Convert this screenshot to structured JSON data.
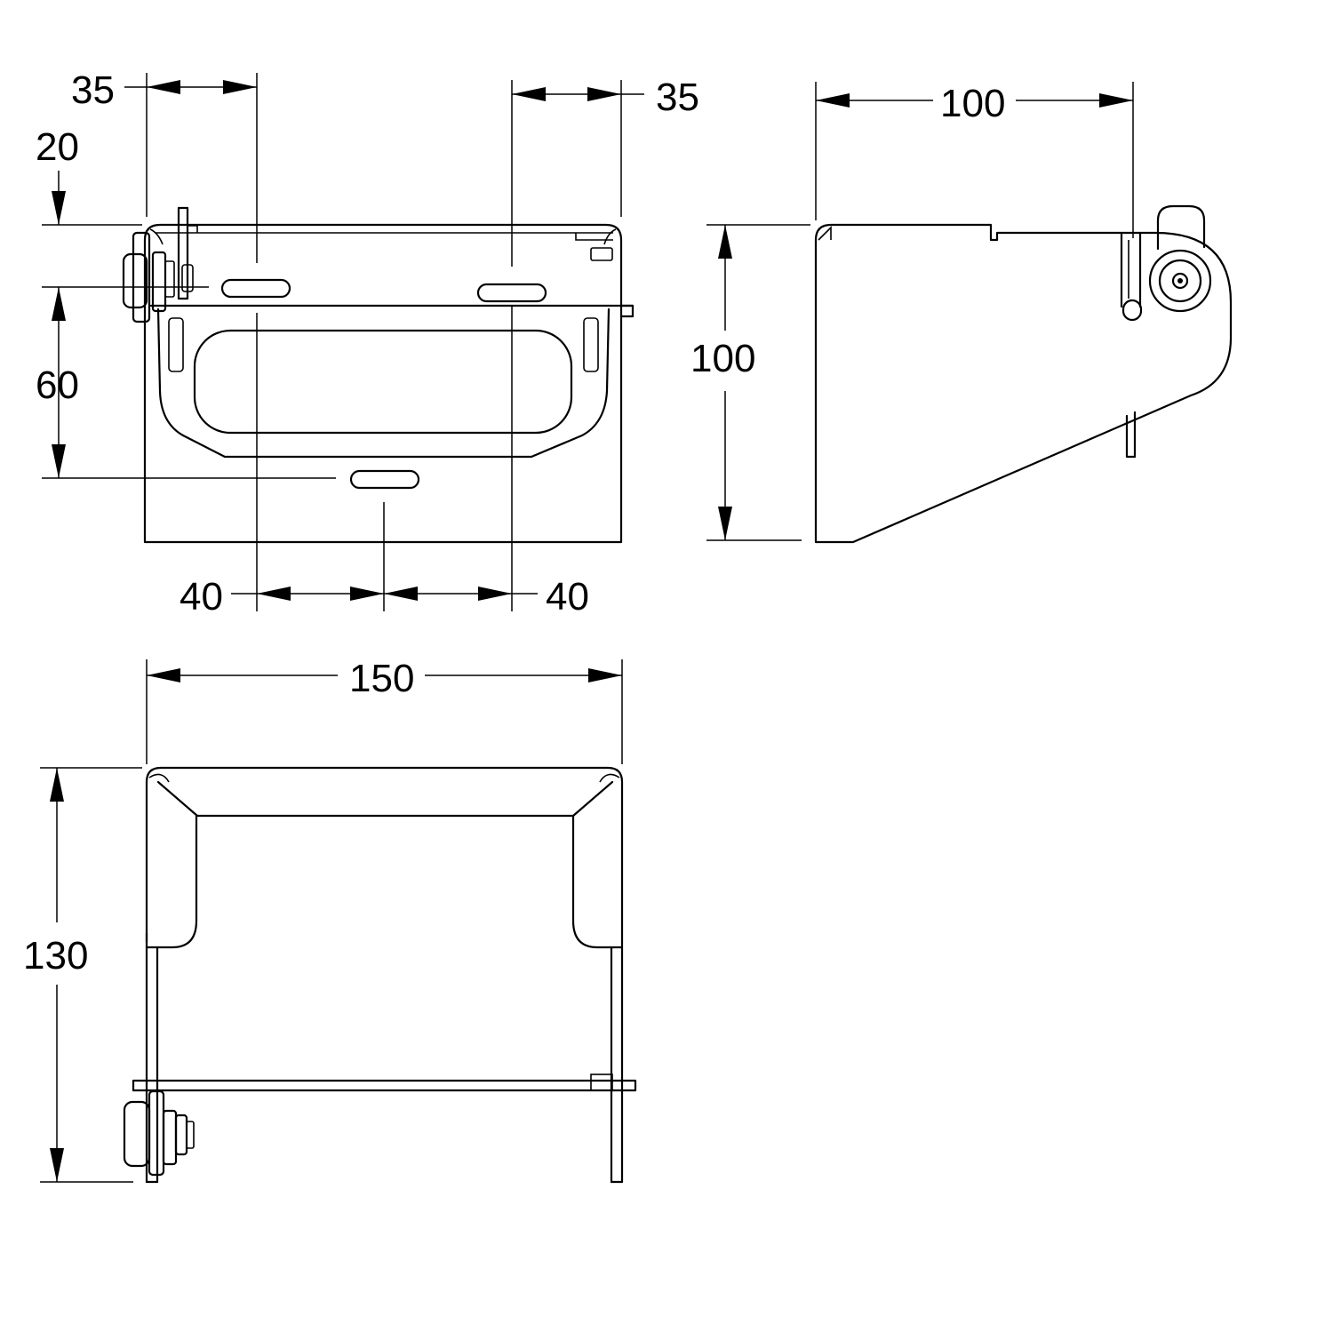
{
  "dimensions": {
    "front_left_35": "35",
    "front_right_35": "35",
    "front_top_20": "20",
    "front_60": "60",
    "front_40_left": "40",
    "front_40_right": "40",
    "side_width_100": "100",
    "side_height_100": "100",
    "top_width_150": "150",
    "top_depth_130": "130"
  }
}
